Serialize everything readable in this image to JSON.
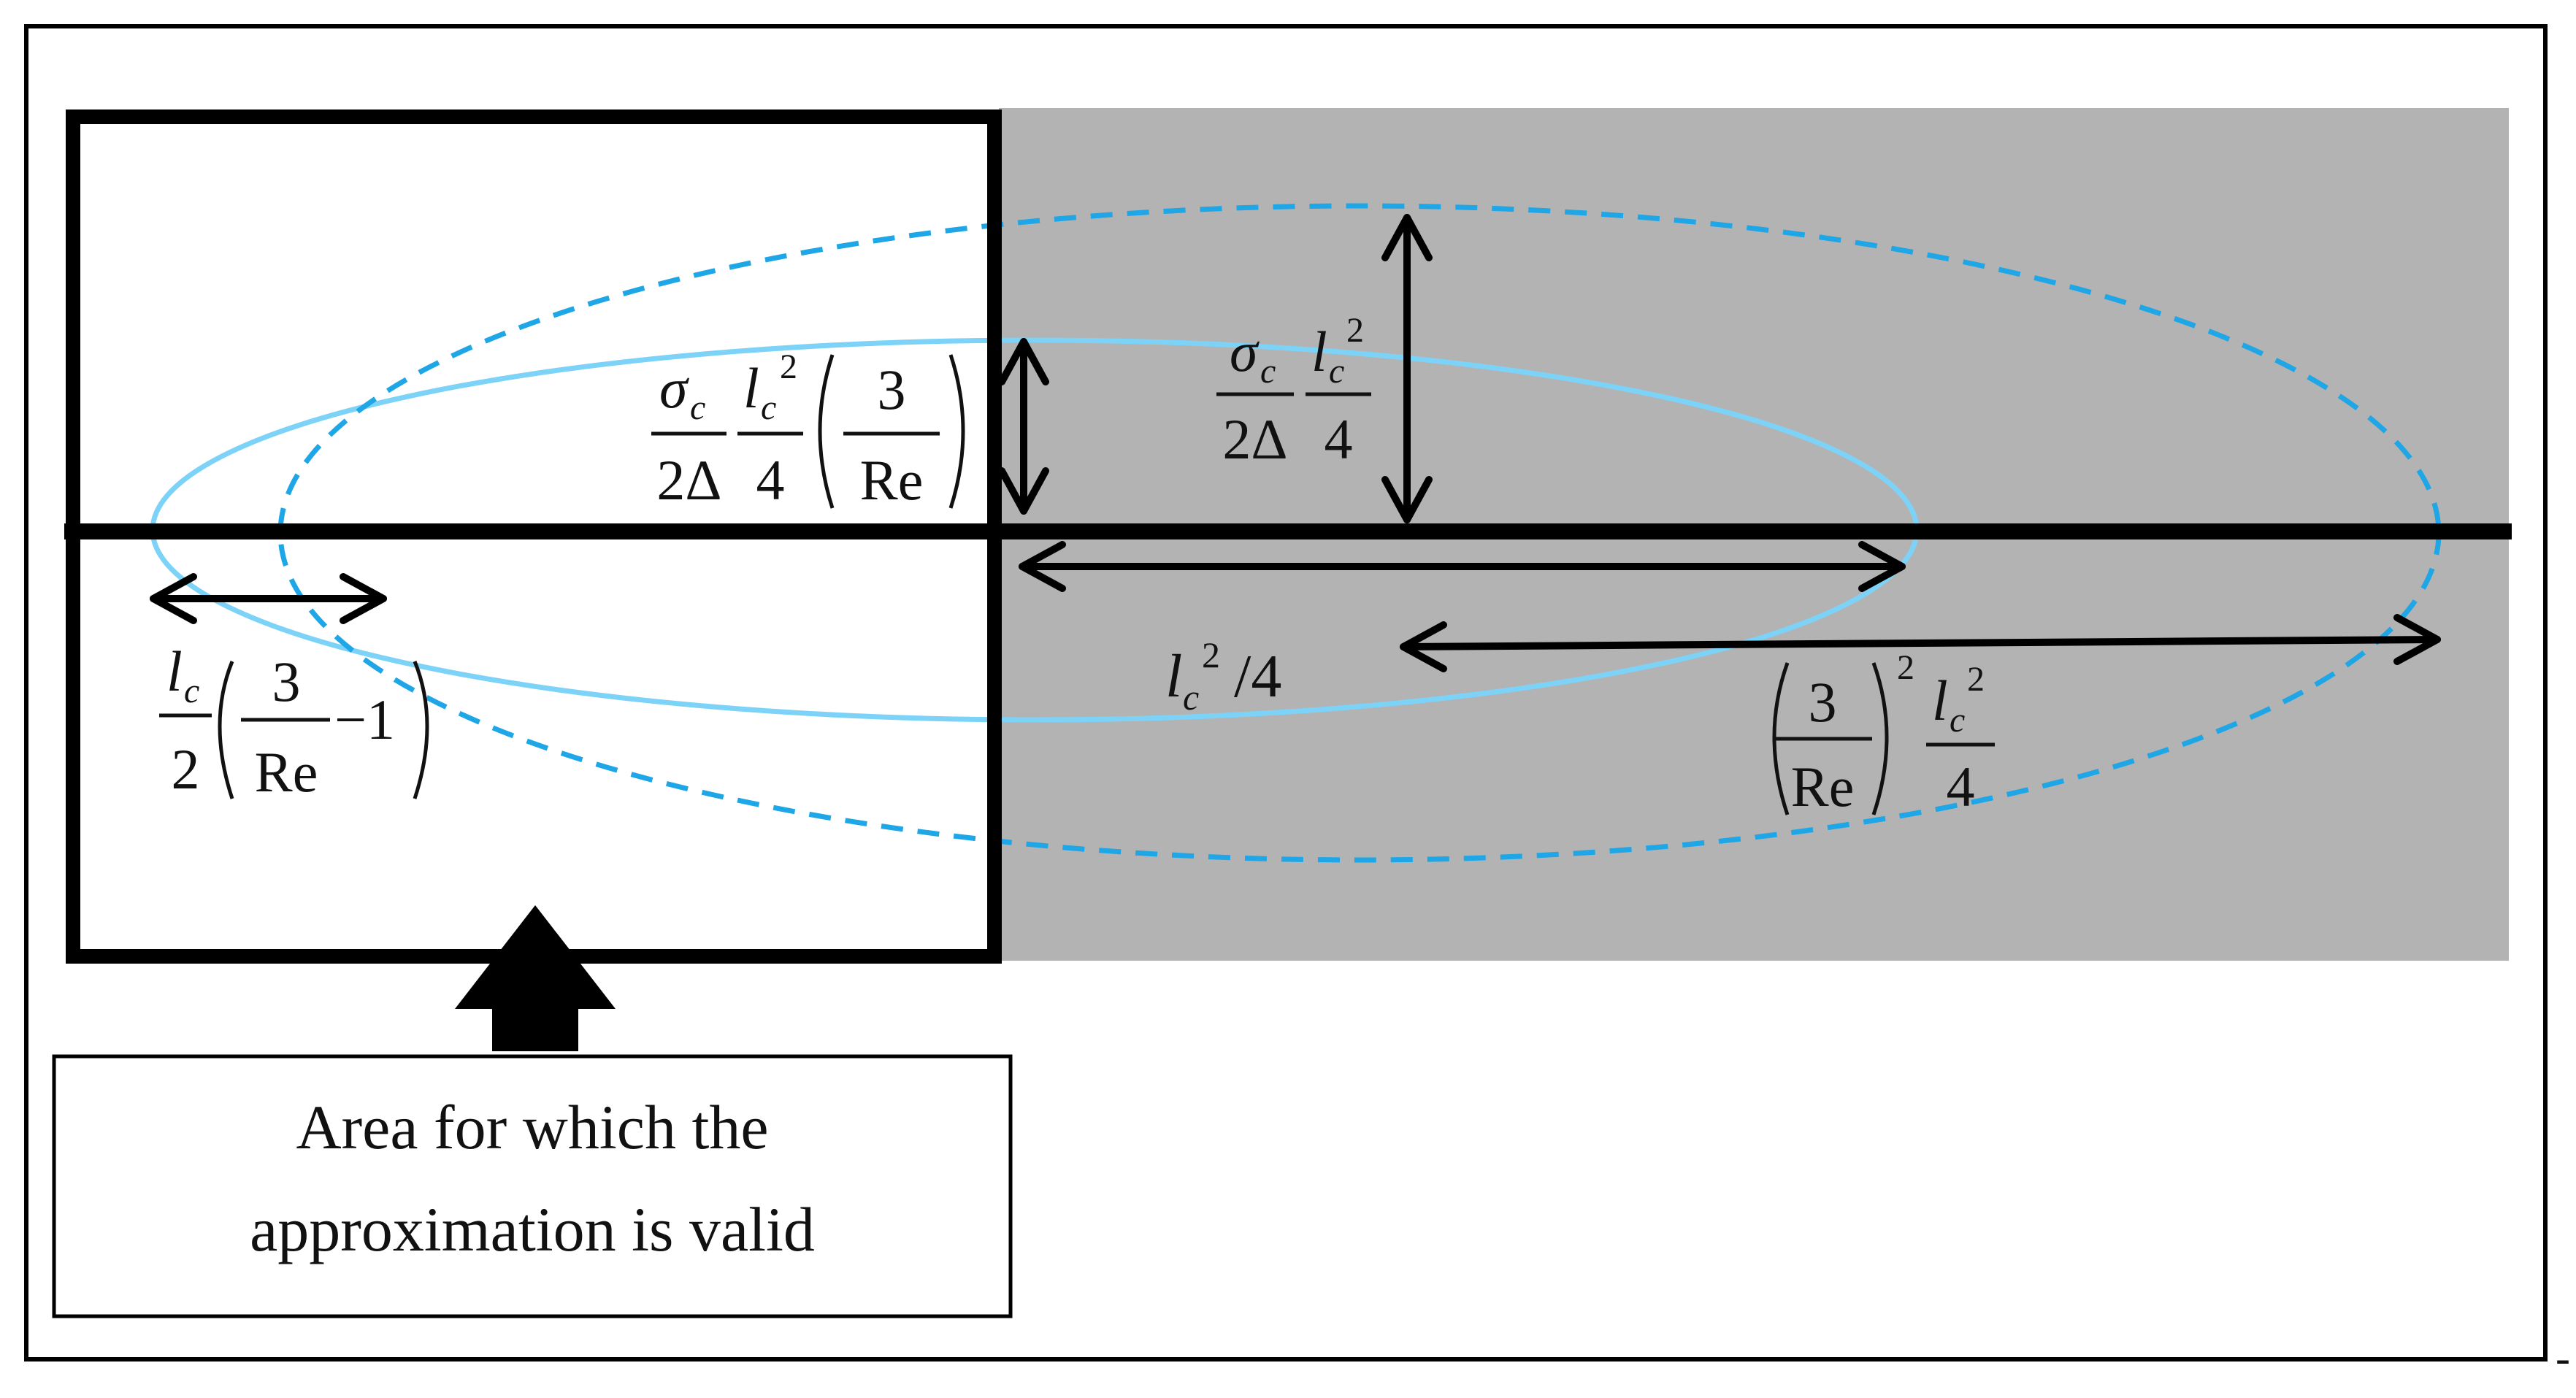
{
  "colors": {
    "frame": "#000000",
    "shaded_region": "#b3b3b3",
    "solid_ellipse": "#7dd3f7",
    "dashed_ellipse": "#1ea6e6",
    "arrow": "#000000"
  },
  "labels": {
    "left_shift": {
      "symbol": "l",
      "subscript": "c",
      "denominator": "2",
      "inner_numerator": "3",
      "inner_denominator": "Re",
      "minus_one": "−1"
    },
    "solid_semi_minor": {
      "sigma": "σ",
      "sigma_sub": "c",
      "two_delta": "2Δ",
      "symbol": "l",
      "subscript": "c",
      "power": "2",
      "denominator": "4",
      "inner_numerator": "3",
      "inner_denominator": "Re"
    },
    "dashed_semi_minor": {
      "sigma": "σ",
      "sigma_sub": "c",
      "two_delta": "2Δ",
      "symbol": "l",
      "subscript": "c",
      "power": "2",
      "denominator": "4"
    },
    "solid_semi_major": {
      "symbol": "l",
      "subscript": "c",
      "power": "2",
      "slash_four": "/4"
    },
    "dashed_semi_major": {
      "inner_numerator": "3",
      "inner_denominator": "Re",
      "outer_power": "2",
      "symbol": "l",
      "subscript": "c",
      "power": "2",
      "denominator": "4"
    }
  },
  "caption": {
    "line1": "Area for which the",
    "line2": "approximation is valid"
  },
  "stray_mark": "-"
}
